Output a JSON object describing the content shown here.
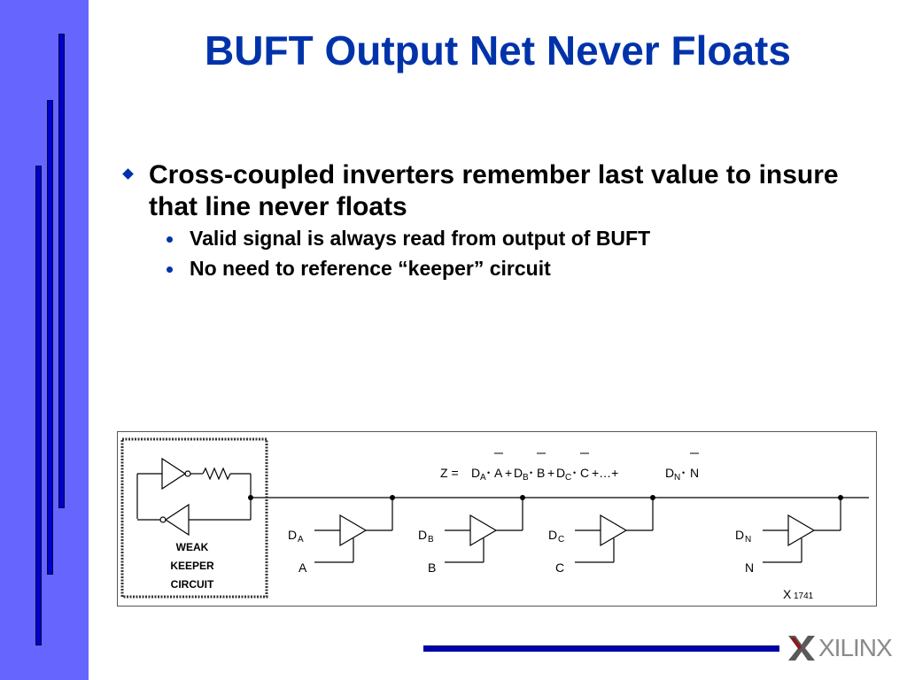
{
  "slide": {
    "title": "BUFT Output Net Never Floats",
    "bullets": [
      {
        "text": "Cross-coupled inverters remember last value to insure that line never floats",
        "sub": [
          "Valid signal is always read from output of BUFT",
          "No need to reference “keeper” circuit"
        ]
      }
    ]
  },
  "diagram": {
    "keeper_label": [
      "WEAK",
      "KEEPER",
      "CIRCUIT"
    ],
    "equation": {
      "lhs": "Z = ",
      "terms": [
        {
          "d": "D",
          "sub": "A",
          "sel": "A"
        },
        {
          "d": "D",
          "sub": "B",
          "sel": "B"
        },
        {
          "d": "D",
          "sub": "C",
          "sel": "C"
        },
        {
          "d": "D",
          "sub": "N",
          "sel": "N"
        }
      ],
      "ellipsis": "+…+"
    },
    "buffers": [
      {
        "data": "D",
        "sub": "A",
        "enable": "A"
      },
      {
        "data": "D",
        "sub": "B",
        "enable": "B"
      },
      {
        "data": "D",
        "sub": "C",
        "enable": "C"
      },
      {
        "data": "D",
        "sub": "N",
        "enable": "N"
      }
    ],
    "figure_id": "X",
    "figure_num": "1741"
  },
  "logo": {
    "brand": "XILINX",
    "color": "#8a8a8a"
  },
  "colors": {
    "side_band": "#6666ff",
    "accent": "#0033aa",
    "bars": "#0000c8"
  }
}
